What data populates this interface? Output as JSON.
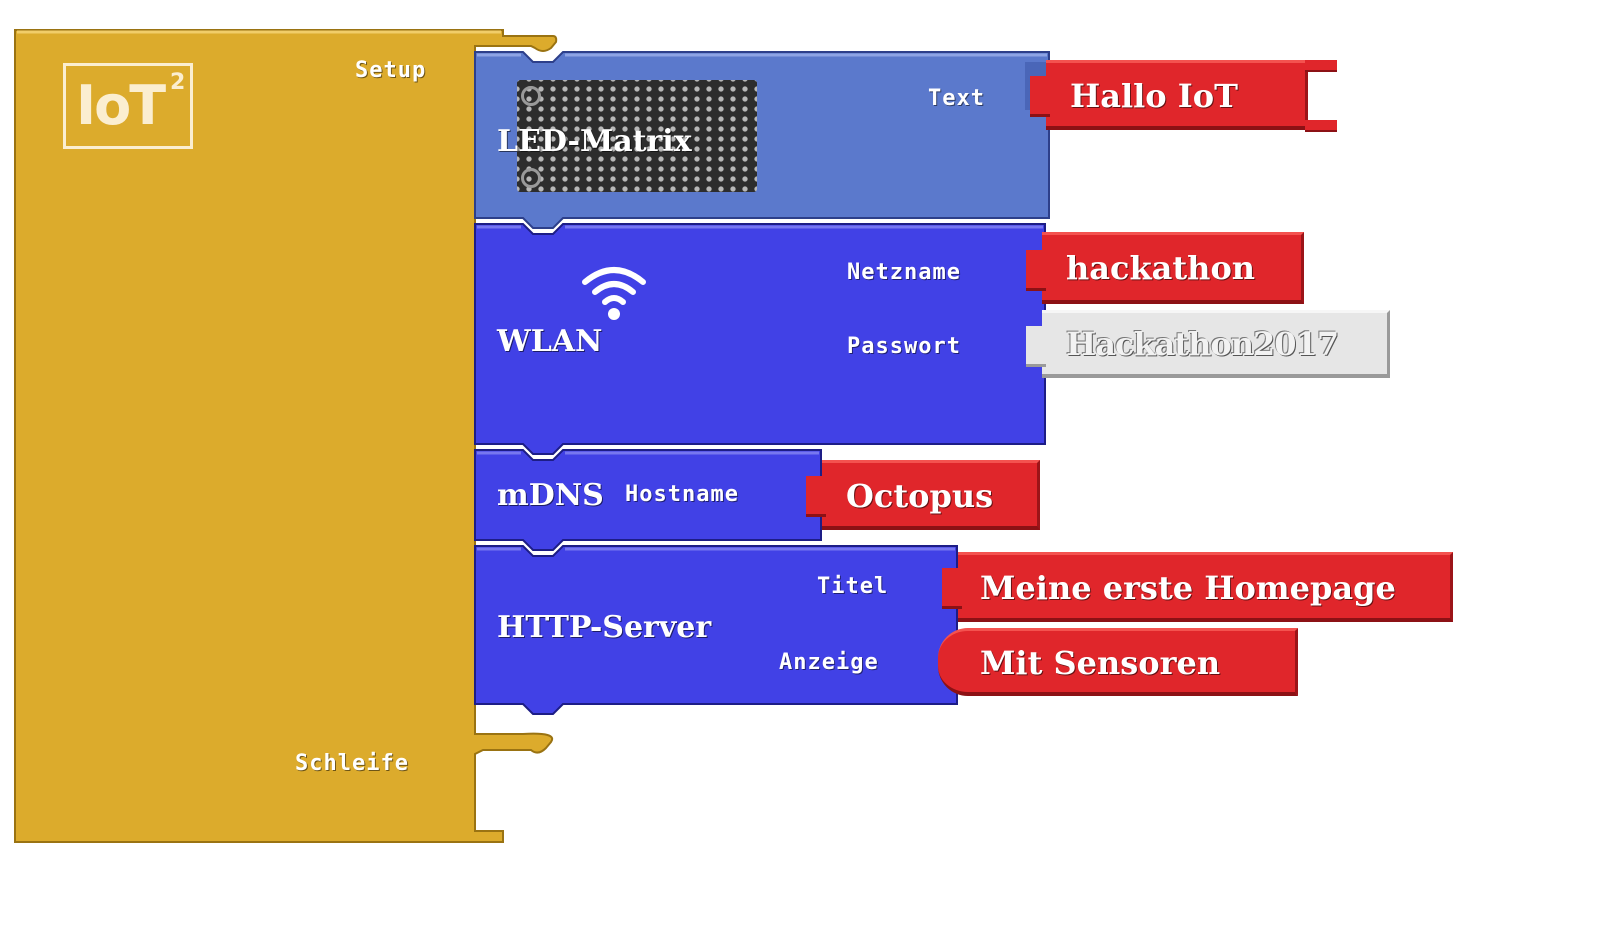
{
  "setup_block": {
    "logo_text": "IoT",
    "logo_superscript": "2",
    "setup_label": "Setup",
    "loop_label": "Schleife",
    "color": "#dcab2c"
  },
  "blocks": {
    "led_matrix": {
      "title": "LED-Matrix",
      "image": "led-matrix-board-image",
      "input_label": "Text",
      "value": "Hallo IoT",
      "color": "#5b79cc"
    },
    "wlan": {
      "title": "WLAN",
      "icon": "wifi-icon",
      "netname_label": "Netzname",
      "netname_value": "hackathon",
      "password_label": "Passwort",
      "password_value": "Hackathon2017",
      "color": "#4141e6"
    },
    "mdns": {
      "title": "mDNS",
      "hostname_label": "Hostname",
      "hostname_value": "Octopus",
      "color": "#4141e6"
    },
    "http_server": {
      "title": "HTTP-Server",
      "title_label": "Titel",
      "title_value": "Meine erste Homepage",
      "display_label": "Anzeige",
      "display_value": "Mit Sensoren",
      "color": "#4141e6"
    }
  },
  "colors": {
    "string_block": "#e0262b",
    "password_block": "#e6e6e6"
  }
}
